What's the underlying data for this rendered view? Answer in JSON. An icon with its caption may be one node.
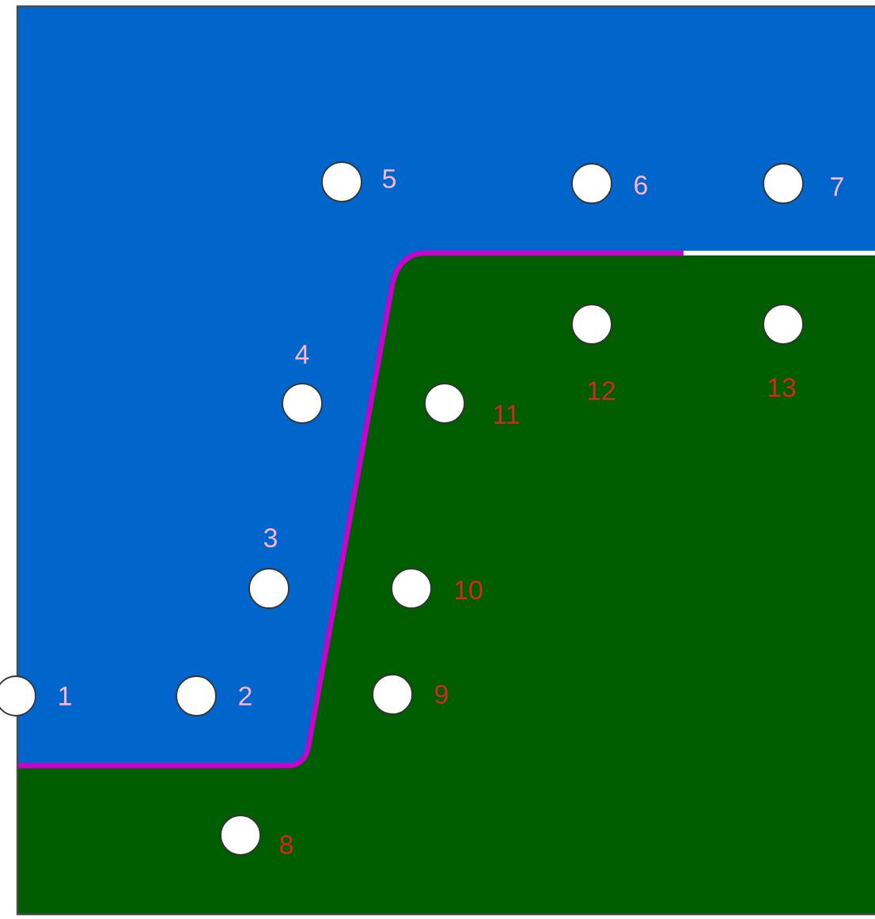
{
  "diagram": {
    "nodes": [
      {
        "text": [],
        "shape": "circle",
        "beside": [
          "1"
        ]
      },
      {
        "text": [],
        "shape": "circle",
        "beside": [
          "2"
        ]
      },
      {
        "text": [],
        "shape": "circle",
        "beside": [
          "3"
        ]
      },
      {
        "text": [],
        "shape": "circle",
        "beside": [
          "4"
        ]
      },
      {
        "text": [],
        "shape": "circle",
        "beside": [
          "5"
        ]
      },
      {
        "text": [],
        "shape": "circle",
        "beside": [
          "6"
        ]
      },
      {
        "text": [],
        "shape": "circle",
        "beside": [
          "7"
        ]
      },
      {
        "text": [],
        "shape": "circle",
        "beside": [
          "8"
        ]
      },
      {
        "text": [],
        "shape": "circle",
        "beside": [
          "9"
        ]
      },
      {
        "text": [],
        "shape": "circle",
        "beside": [
          "10"
        ]
      },
      {
        "text": [],
        "shape": "circle",
        "beside": [
          "11"
        ]
      },
      {
        "text": [],
        "shape": "circle",
        "beside": [
          "12"
        ]
      },
      {
        "text": [],
        "shape": "circle",
        "beside": [
          "13"
        ]
      }
    ]
  }
}
